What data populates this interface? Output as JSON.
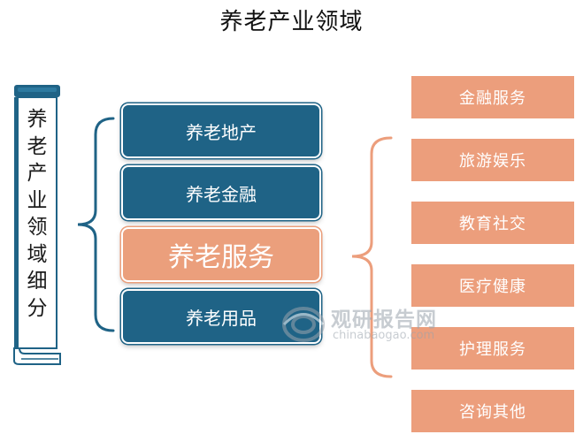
{
  "title": "养老产业领域",
  "left_label": [
    "养",
    "老",
    "产",
    "业",
    "领",
    "域",
    "细",
    "分"
  ],
  "categories": [
    "养老地产",
    "养老金融",
    "养老服务",
    "养老用品"
  ],
  "services": [
    "金融服务",
    "旅游娱乐",
    "教育社交",
    "医疗健康",
    "护理服务",
    "咨询其他"
  ],
  "watermark": {
    "cn": "观研报告网",
    "en": "chinabaogao.com"
  },
  "colors": {
    "dark_blue": "#1f6386",
    "salmon": "#ec9e7c"
  }
}
